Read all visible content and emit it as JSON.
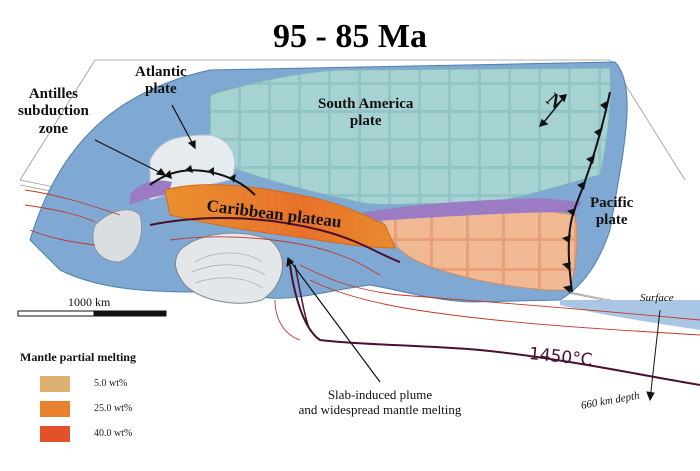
{
  "title": "95 - 85 Ma",
  "labels": {
    "atlantic": "Atlantic\nplate",
    "antilles": "Antilles\nsubduction\nzone",
    "south_america": "South America\nplate",
    "caribbean": "Caribbean plateau",
    "pacific": "Pacific\nplate",
    "north": "N",
    "surface": "Surface",
    "isotherm": "1450°C",
    "depth": "660 km depth",
    "plume": "Slab-induced plume\nand widespread mantle melting"
  },
  "scale_bar": {
    "label": "1000 km"
  },
  "legend": {
    "title": "Mantle partial melting",
    "items": [
      {
        "label": "5.0 wt%",
        "color": "#deb070"
      },
      {
        "label": "25.0 wt%",
        "color": "#e8822e"
      },
      {
        "label": "40.0 wt%",
        "color": "#e2512a"
      }
    ]
  },
  "colors": {
    "slab_blue": "#7fa9d3",
    "plate_teal": "#98c9c9",
    "plateau_orange": "#e8822e",
    "pacific_salmon": "#efae88",
    "arc_purple": "#9a7bc4",
    "isotherm_dark": "#4a1030",
    "contour_red": "#c0392b"
  }
}
